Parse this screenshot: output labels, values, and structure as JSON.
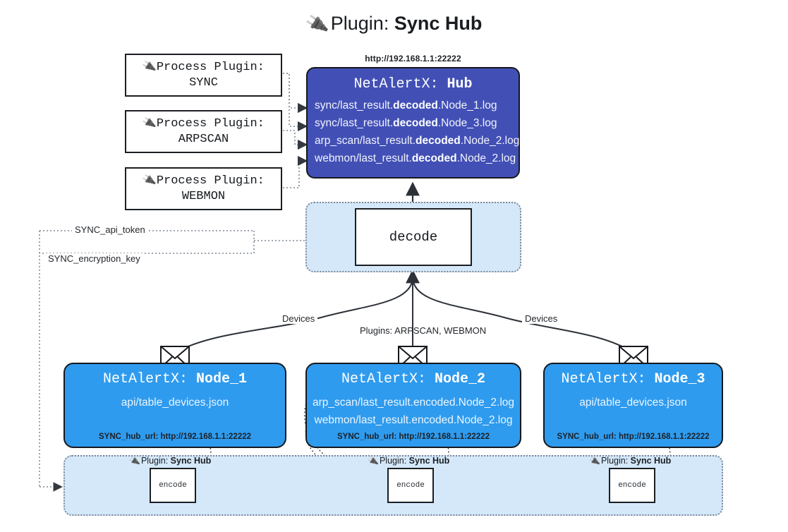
{
  "title": {
    "icon": "plug-icon",
    "prefix": "Plugin:",
    "name": "Sync Hub"
  },
  "process_plugins": [
    {
      "icon": "plug-icon",
      "label": "Process Plugin:",
      "name": "SYNC"
    },
    {
      "icon": "plug-icon",
      "label": "Process Plugin:",
      "name": "ARPSCAN"
    },
    {
      "icon": "plug-icon",
      "label": "Process Plugin:",
      "name": "WEBMON"
    }
  ],
  "hub": {
    "url": "http://192.168.1.1:22222",
    "app": "NetAlertX:",
    "name": "Hub",
    "rows": [
      {
        "pre": "sync/last_result.",
        "strong": "decoded",
        "post": ".Node_1.log"
      },
      {
        "pre": "sync/last_result.",
        "strong": "decoded",
        "post": ".Node_3.log"
      },
      {
        "pre": "arp_scan/last_result.",
        "strong": "decoded",
        "post": ".Node_2.log"
      },
      {
        "pre": "webmon/last_result.",
        "strong": "decoded",
        "post": ".Node_2.log"
      }
    ]
  },
  "decode": {
    "label": "decode"
  },
  "secrets": [
    {
      "label": "SYNC_api_token"
    },
    {
      "label": "SYNC_encryption_key"
    }
  ],
  "edge_labels": {
    "devices_left": "Devices",
    "devices_right": "Devices",
    "plugins_center": "Plugins: ARPSCAN, WEBMON"
  },
  "nodes": [
    {
      "app": "NetAlertX:",
      "name": "Node_1",
      "lines": [
        "api/table_devices.json"
      ],
      "hub_url": "SYNC_hub_url: http://192.168.1.1:22222",
      "envelope": "envelope-icon"
    },
    {
      "app": "NetAlertX:",
      "name": "Node_2",
      "lines": [
        "arp_scan/last_result.encoded.Node_2.log",
        "webmon/last_result.encoded.Node_2.log"
      ],
      "hub_url": "SYNC_hub_url: http://192.168.1.1:22222",
      "envelope": "envelope-icon"
    },
    {
      "app": "NetAlertX:",
      "name": "Node_3",
      "lines": [
        "api/table_devices.json"
      ],
      "hub_url": "SYNC_hub_url: http://192.168.1.1:22222",
      "envelope": "envelope-icon"
    }
  ],
  "encoders": [
    {
      "icon": "plug-icon",
      "prefix": "Plugin:",
      "name": "Sync Hub",
      "box": "encode"
    },
    {
      "icon": "plug-icon",
      "prefix": "Plugin:",
      "name": "Sync Hub",
      "box": "encode"
    },
    {
      "icon": "plug-icon",
      "prefix": "Plugin:",
      "name": "Sync Hub",
      "box": "encode"
    }
  ],
  "colors": {
    "hub_fill": "#4250b6",
    "node_fill": "#2f9bee",
    "container_fill": "#d4e8fa",
    "stroke": "#15181c",
    "dotted": "#7d8796"
  }
}
